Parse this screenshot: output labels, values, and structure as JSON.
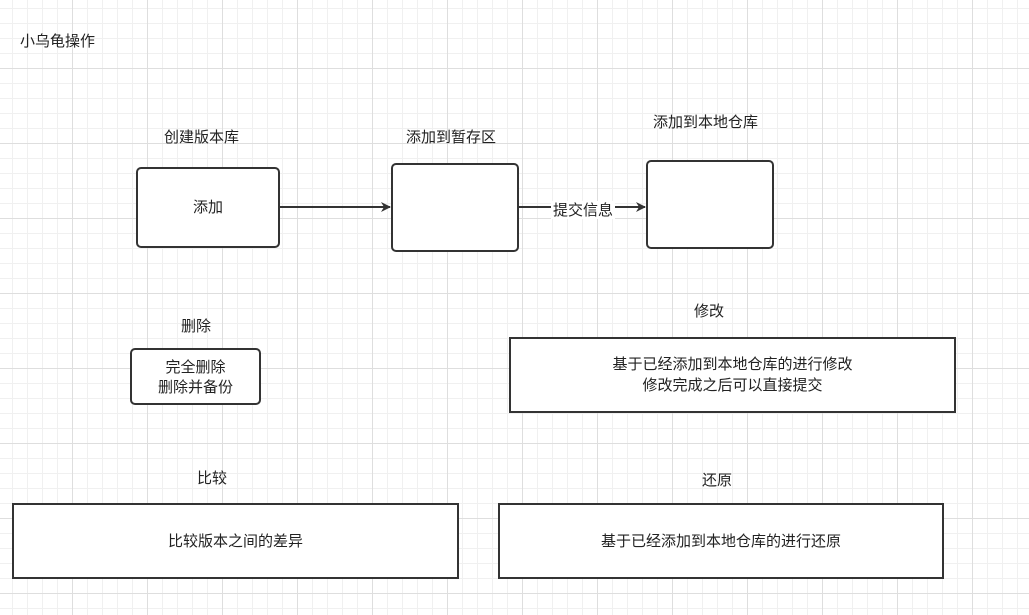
{
  "title": "小乌龟操作",
  "flow": {
    "create": {
      "heading": "创建版本库",
      "box": "添加"
    },
    "stage": {
      "heading": "添加到暂存区",
      "box": ""
    },
    "local": {
      "heading": "添加到本地仓库",
      "box": ""
    },
    "edge_commit": "提交信息"
  },
  "delete": {
    "heading": "删除",
    "lines": [
      "完全删除",
      "删除并备份"
    ]
  },
  "modify": {
    "heading": "修改",
    "lines": [
      "基于已经添加到本地仓库的进行修改",
      "修改完成之后可以直接提交"
    ]
  },
  "compare": {
    "heading": "比较",
    "box": "比较版本之间的差异"
  },
  "restore": {
    "heading": "还原",
    "box": "基于已经添加到本地仓库的进行还原"
  },
  "colors": {
    "stroke": "#333333",
    "grid": "#dedede",
    "background": "#ffffff"
  }
}
